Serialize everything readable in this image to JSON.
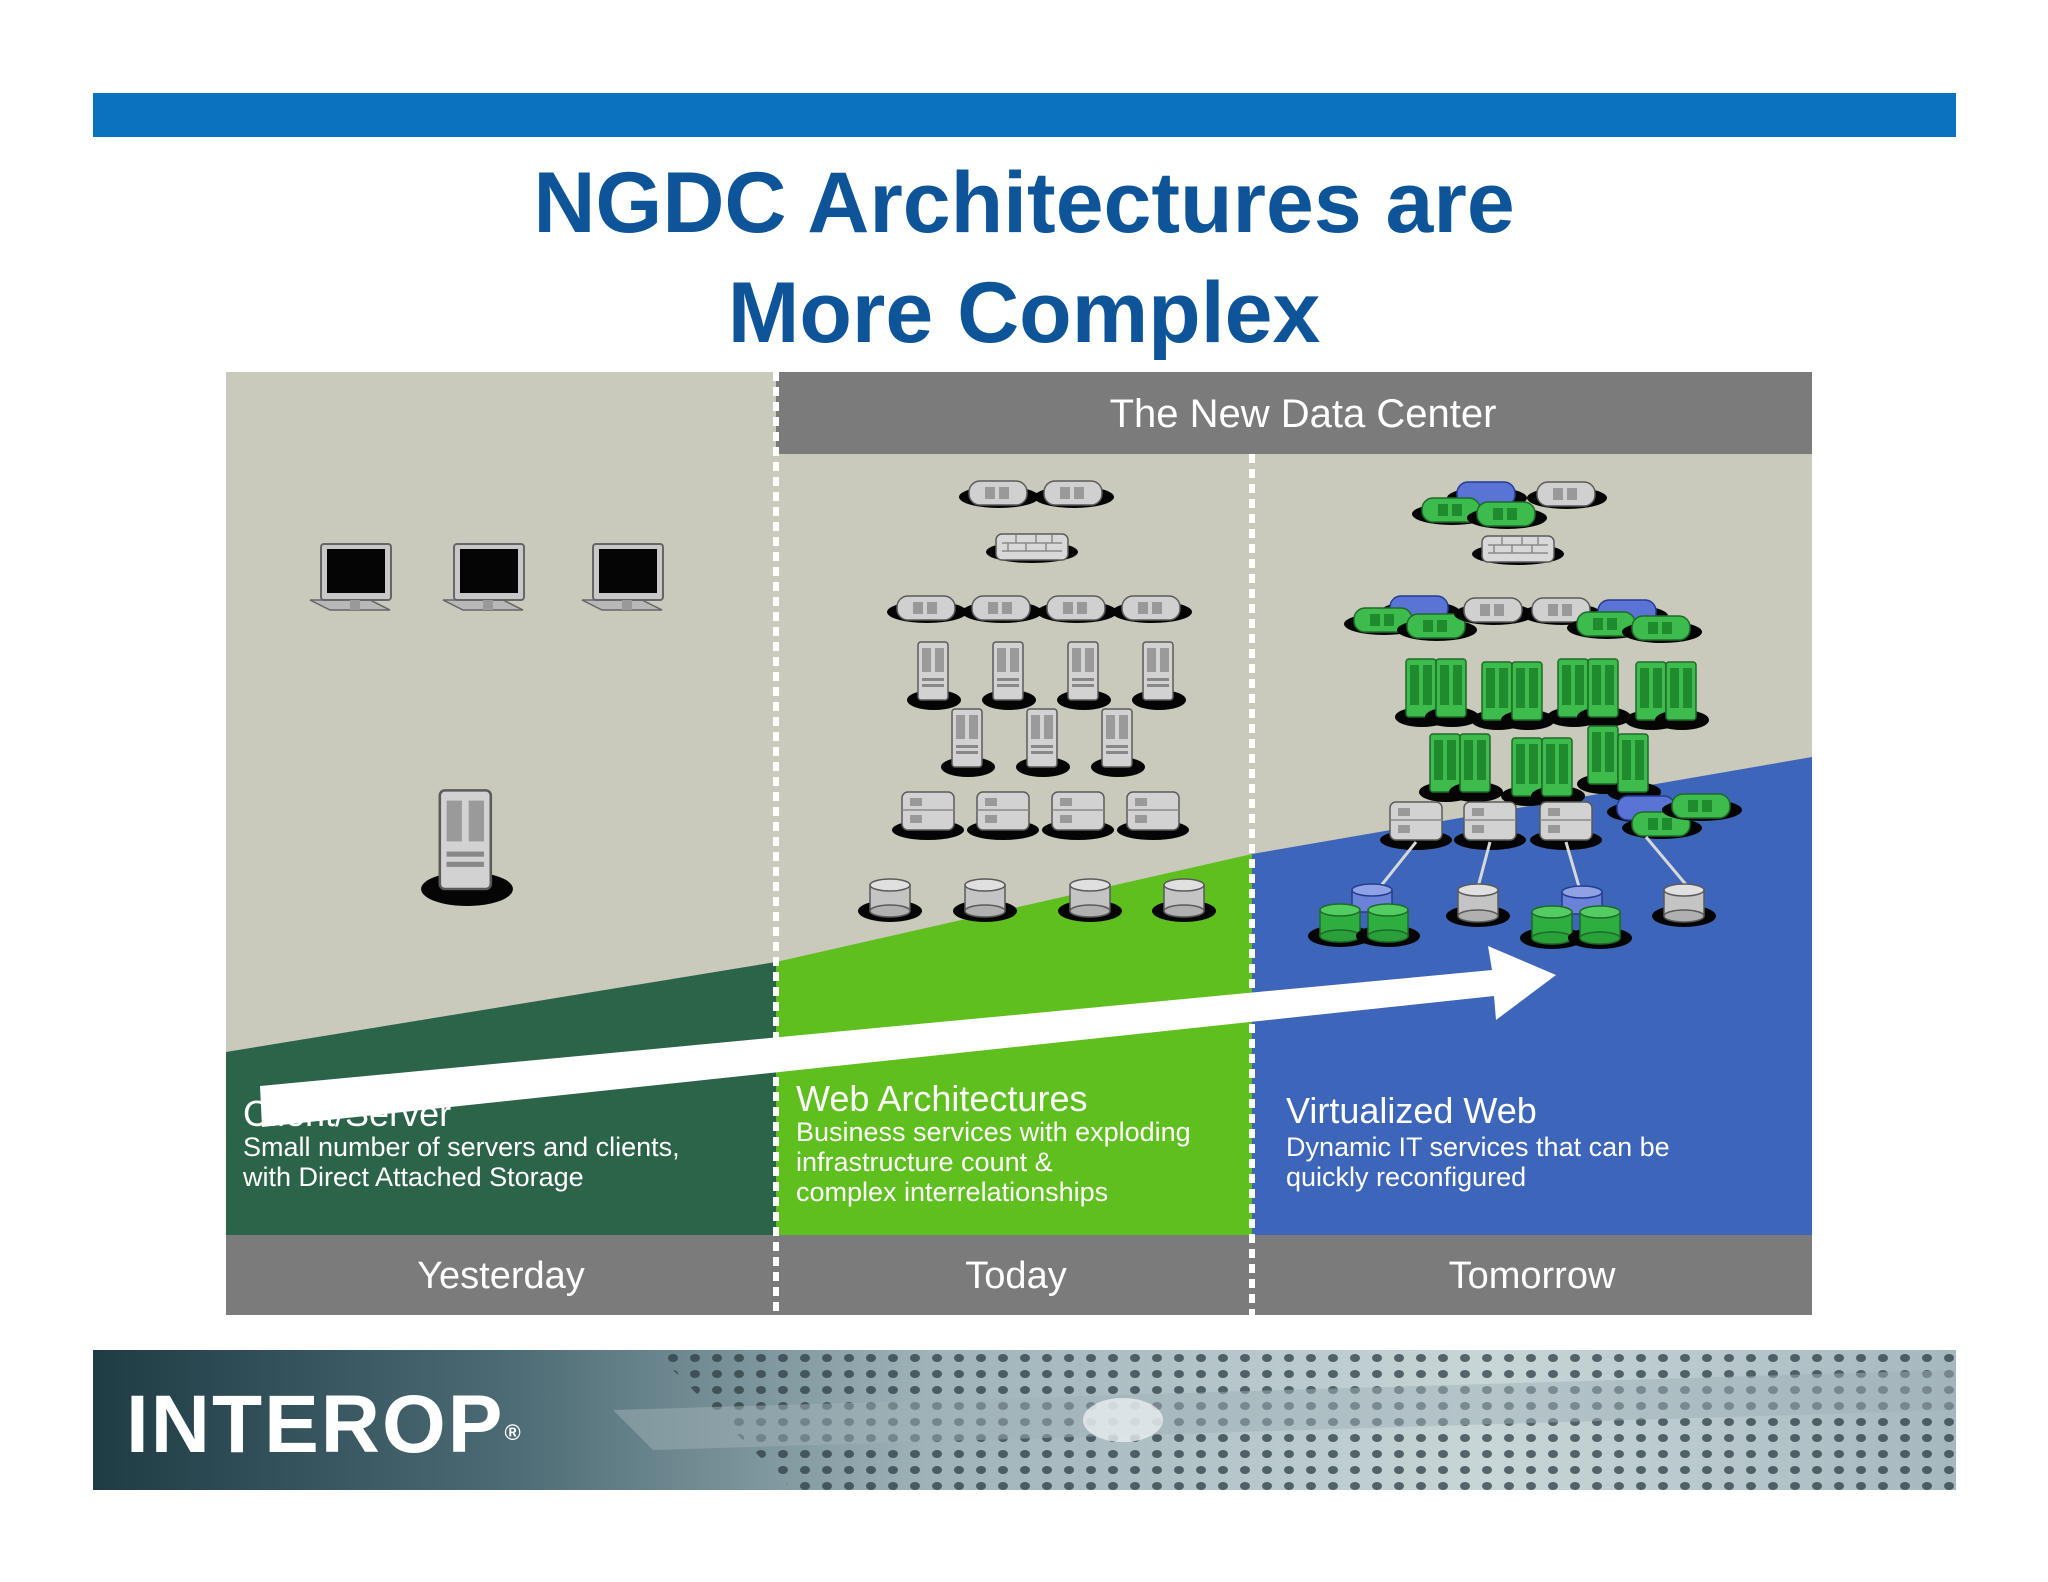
{
  "slide": {
    "title_line1": "NGDC Architectures are",
    "title_line2": "More Complex"
  },
  "diagram": {
    "header": "The New Data Center",
    "columns": [
      {
        "heading": "Client/Server",
        "description_line1": "Small number of servers and clients,",
        "description_line2": "with Direct Attached Storage",
        "era": "Yesterday"
      },
      {
        "heading": "Web Architectures",
        "description_line1": "Business services with exploding",
        "description_line2": "infrastructure count &",
        "description_line3": "complex interrelationships",
        "era": "Today"
      },
      {
        "heading": "Virtualized Web",
        "description_line1": "Dynamic IT services that can be",
        "description_line2": "quickly reconfigured",
        "era": "Tomorrow"
      }
    ],
    "icons": {
      "client": "desktop-computer-icon",
      "server": "tower-server-icon",
      "router": "router-icon",
      "firewall": "firewall-icon",
      "storage": "disk-storage-icon"
    },
    "colors": {
      "yesterday": "#2c644a",
      "today": "#5fbf1e",
      "tomorrow": "#3d65b9",
      "background": "#c9c9bc",
      "bar": "#7b7b7b",
      "virtual_green": "#37b24a",
      "virtual_blue": "#4f6ccd"
    }
  },
  "footer": {
    "logo": "INTEROP",
    "logo_mark": "®"
  },
  "colors": {
    "top_bar": "#0a73bf",
    "title": "#0d5499"
  }
}
